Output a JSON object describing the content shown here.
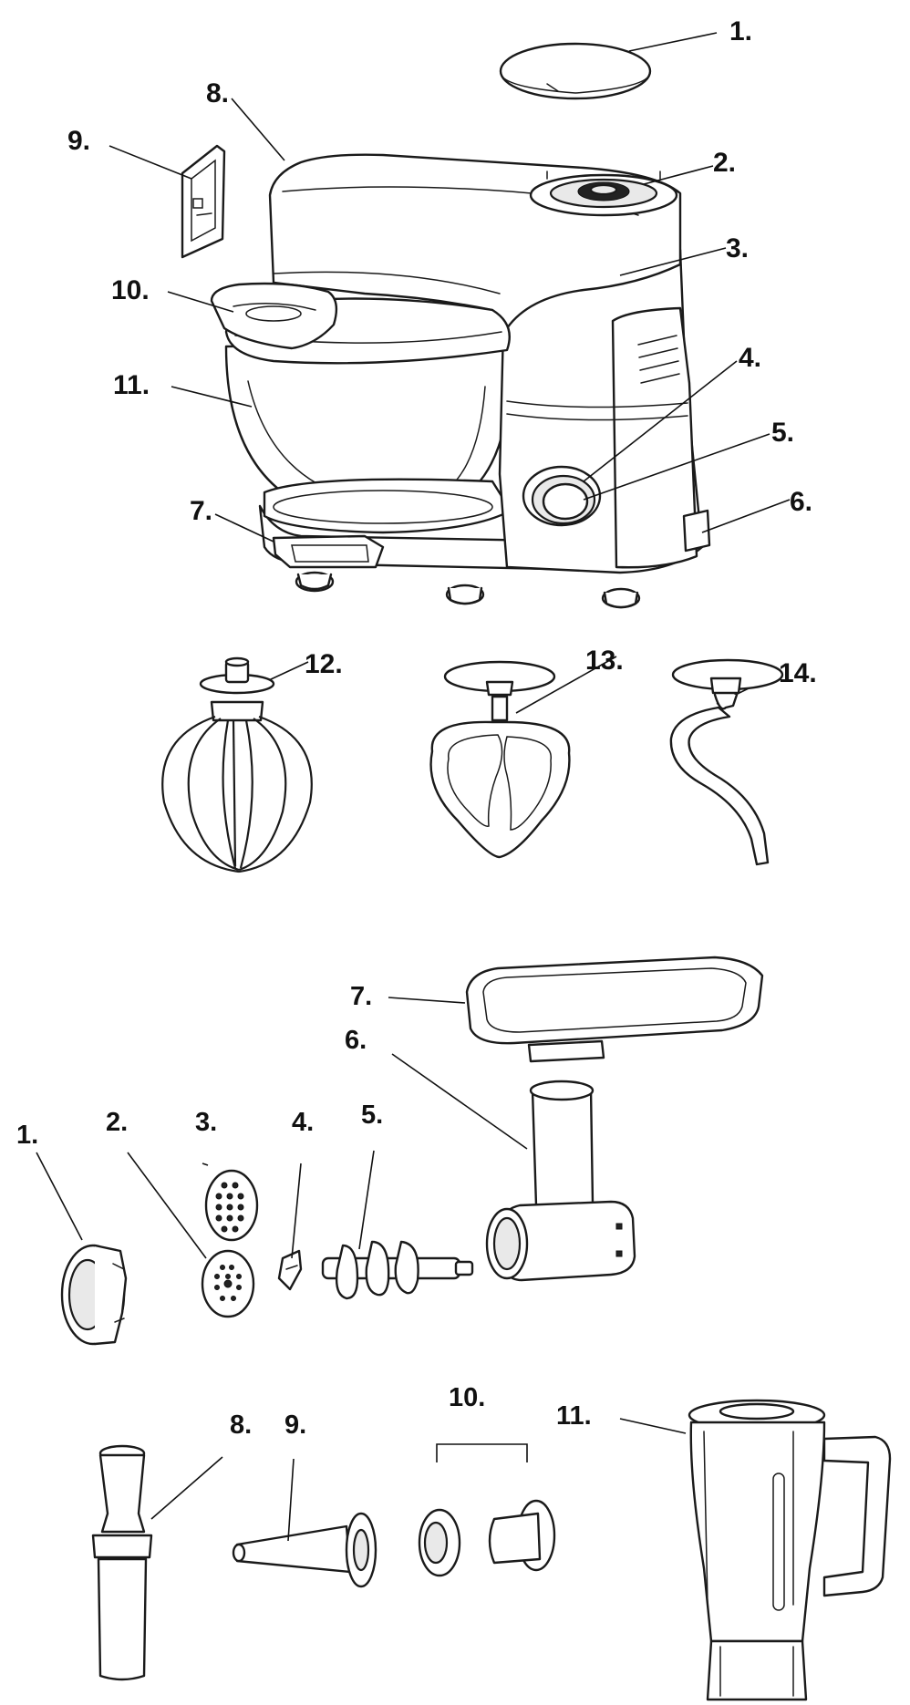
{
  "mixer_labels": [
    "1.",
    "2.",
    "3.",
    "4.",
    "5.",
    "6.",
    "7.",
    "8.",
    "9.",
    "10.",
    "11.",
    "12.",
    "13.",
    "14."
  ],
  "grinder_labels": [
    "1.",
    "2.",
    "3.",
    "4.",
    "5.",
    "6.",
    "7.",
    "8.",
    "9.",
    "10.",
    "11."
  ],
  "colors": {
    "line": "#1a1a1a",
    "background": "#ffffff",
    "shade": "#e9e9e9"
  }
}
